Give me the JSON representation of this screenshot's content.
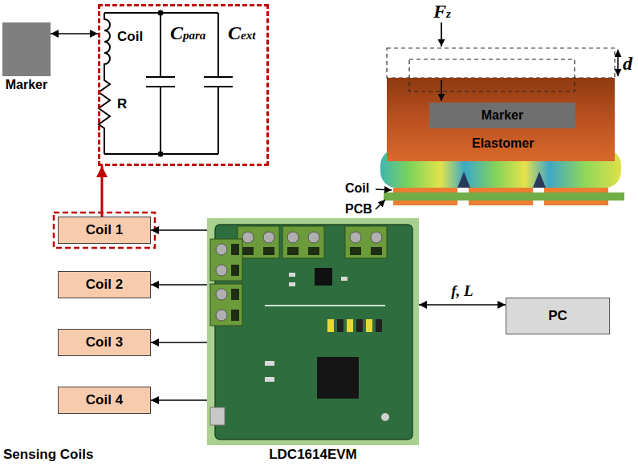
{
  "diagram": {
    "nodes": [
      {
        "text": [
          "Marker"
        ]
      },
      {
        "text": [
          "Coil",
          "R",
          "Cpara",
          "Cext"
        ]
      },
      {
        "text": [
          "Coil 1"
        ]
      },
      {
        "text": [
          "Coil 2"
        ]
      },
      {
        "text": [
          "Coil 3"
        ]
      },
      {
        "text": [
          "Coil 4"
        ]
      },
      {
        "text": [
          "LDC1614EVM"
        ]
      },
      {
        "text": [
          "PC"
        ]
      },
      {
        "text": [
          "Marker"
        ]
      }
    ],
    "edges": [
      {
        "from": 0,
        "to": 1,
        "arrow": "both"
      },
      {
        "from": 2,
        "to": 1,
        "arrow": "to"
      },
      {
        "from": 6,
        "to": 2,
        "arrow": "to"
      },
      {
        "from": 6,
        "to": 3,
        "arrow": "to"
      },
      {
        "from": 6,
        "to": 4,
        "arrow": "to"
      },
      {
        "from": 6,
        "to": 5,
        "arrow": "to"
      },
      {
        "from": 6,
        "to": 7,
        "label": "f, L",
        "arrow": "both"
      }
    ],
    "labels": [
      "Fz",
      "d",
      "Elastomer",
      "Coil",
      "PCB",
      "Sensing Coils"
    ]
  }
}
